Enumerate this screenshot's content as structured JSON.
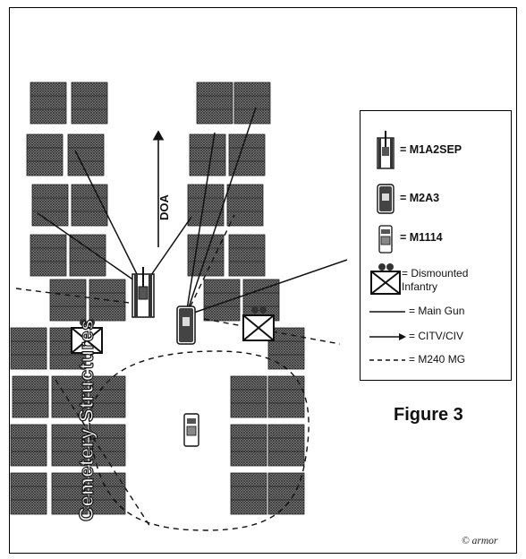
{
  "figure": {
    "caption": "Figure 3",
    "copyright": "© armor",
    "direction_label": "DOA",
    "structures_label": "Cemetery Structures"
  },
  "legend": {
    "items": [
      {
        "symbol": "tank-icon",
        "label": "= M1A2SEP"
      },
      {
        "symbol": "ifv-icon",
        "label": "= M2A3"
      },
      {
        "symbol": "humvee-icon",
        "label": "= M1114"
      },
      {
        "symbol": "infantry-icon",
        "label": "= Dismounted Infantry"
      },
      {
        "symbol": "solid-line",
        "label": "= Main Gun"
      },
      {
        "symbol": "arrow-line",
        "label": "= CITV/CIV"
      },
      {
        "symbol": "dashed-line",
        "label": "= M240 MG"
      }
    ]
  },
  "colors": {
    "ink": "#111111",
    "structure_fill": "#7a7a7a",
    "background": "#ffffff"
  }
}
